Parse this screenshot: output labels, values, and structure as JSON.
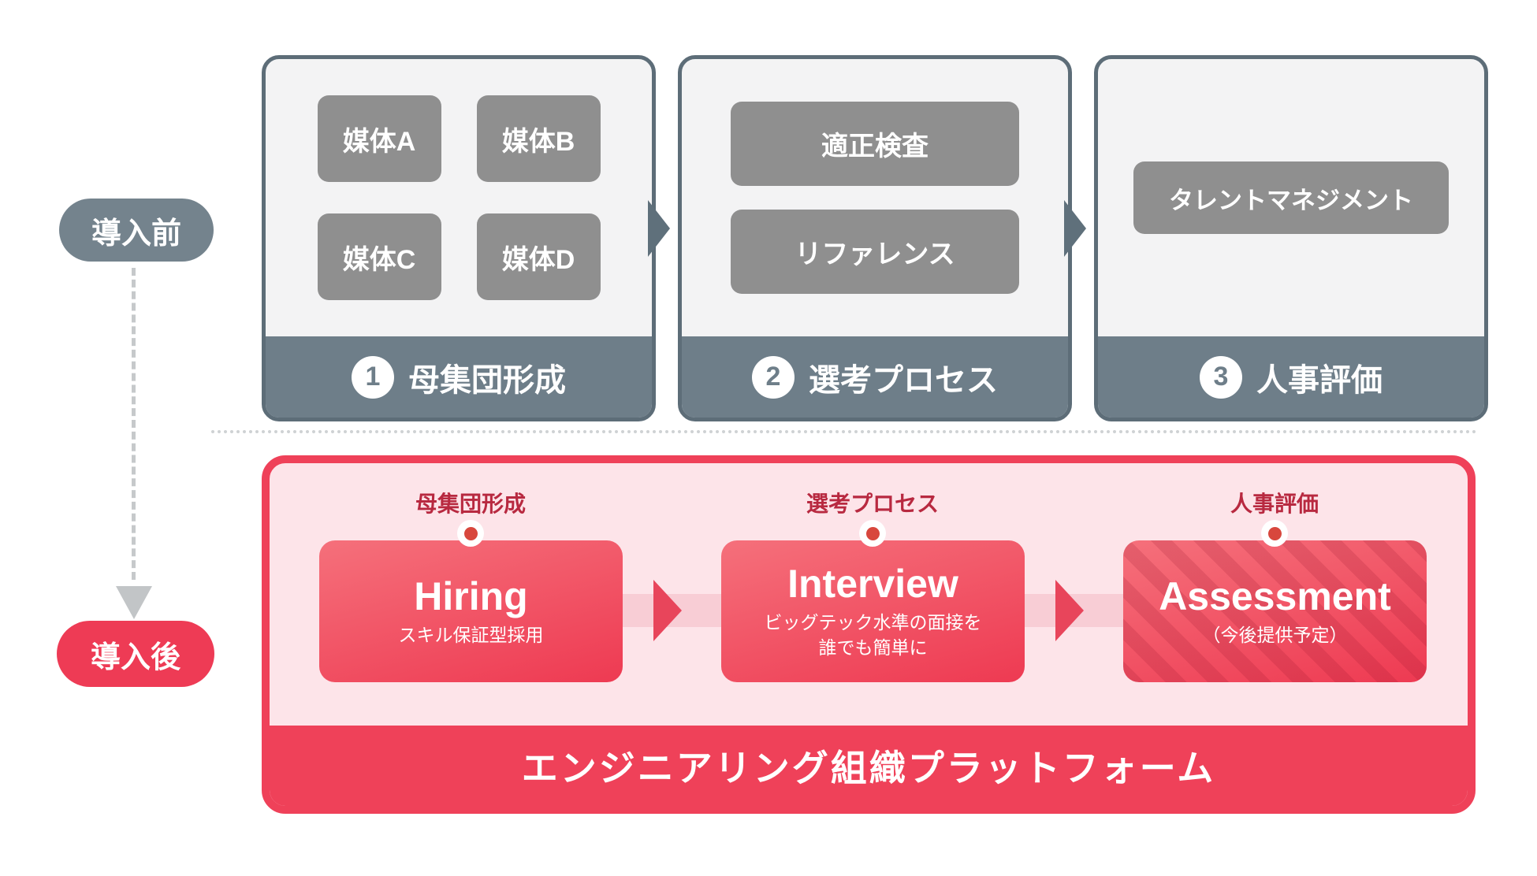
{
  "colors": {
    "slate": "#6e7e89",
    "slate_border": "#5d6d78",
    "chip_gray": "#8f8f8f",
    "card_bg": "#f3f3f4",
    "brand_red": "#ee3b55",
    "container_border": "#ef4159",
    "container_bg": "#fde4e9",
    "band_pink": "#f8cdd5",
    "label_dark_red": "#b82940",
    "marker_dot": "#d8473d"
  },
  "left_rail": {
    "before_badge": "導入前",
    "after_badge": "導入後"
  },
  "top_row": {
    "cards": [
      {
        "number": "1",
        "title": "母集団形成",
        "chips": [
          "媒体A",
          "媒体B",
          "媒体C",
          "媒体D"
        ]
      },
      {
        "number": "2",
        "title": "選考プロセス",
        "chips": [
          "適正検査",
          "リファレンス"
        ]
      },
      {
        "number": "3",
        "title": "人事評価",
        "chips": [
          "タレントマネジメント"
        ]
      }
    ]
  },
  "bottom": {
    "steps": [
      {
        "label": "母集団形成",
        "title": "Hiring",
        "subtitle": "スキル保証型採用"
      },
      {
        "label": "選考プロセス",
        "title": "Interview",
        "subtitle": "ビッグテック水準の面接を\n誰でも簡単に"
      },
      {
        "label": "人事評価",
        "title": "Assessment",
        "subtitle": "（今後提供予定）"
      }
    ],
    "platform_label": "エンジニアリング組織プラットフォーム"
  }
}
